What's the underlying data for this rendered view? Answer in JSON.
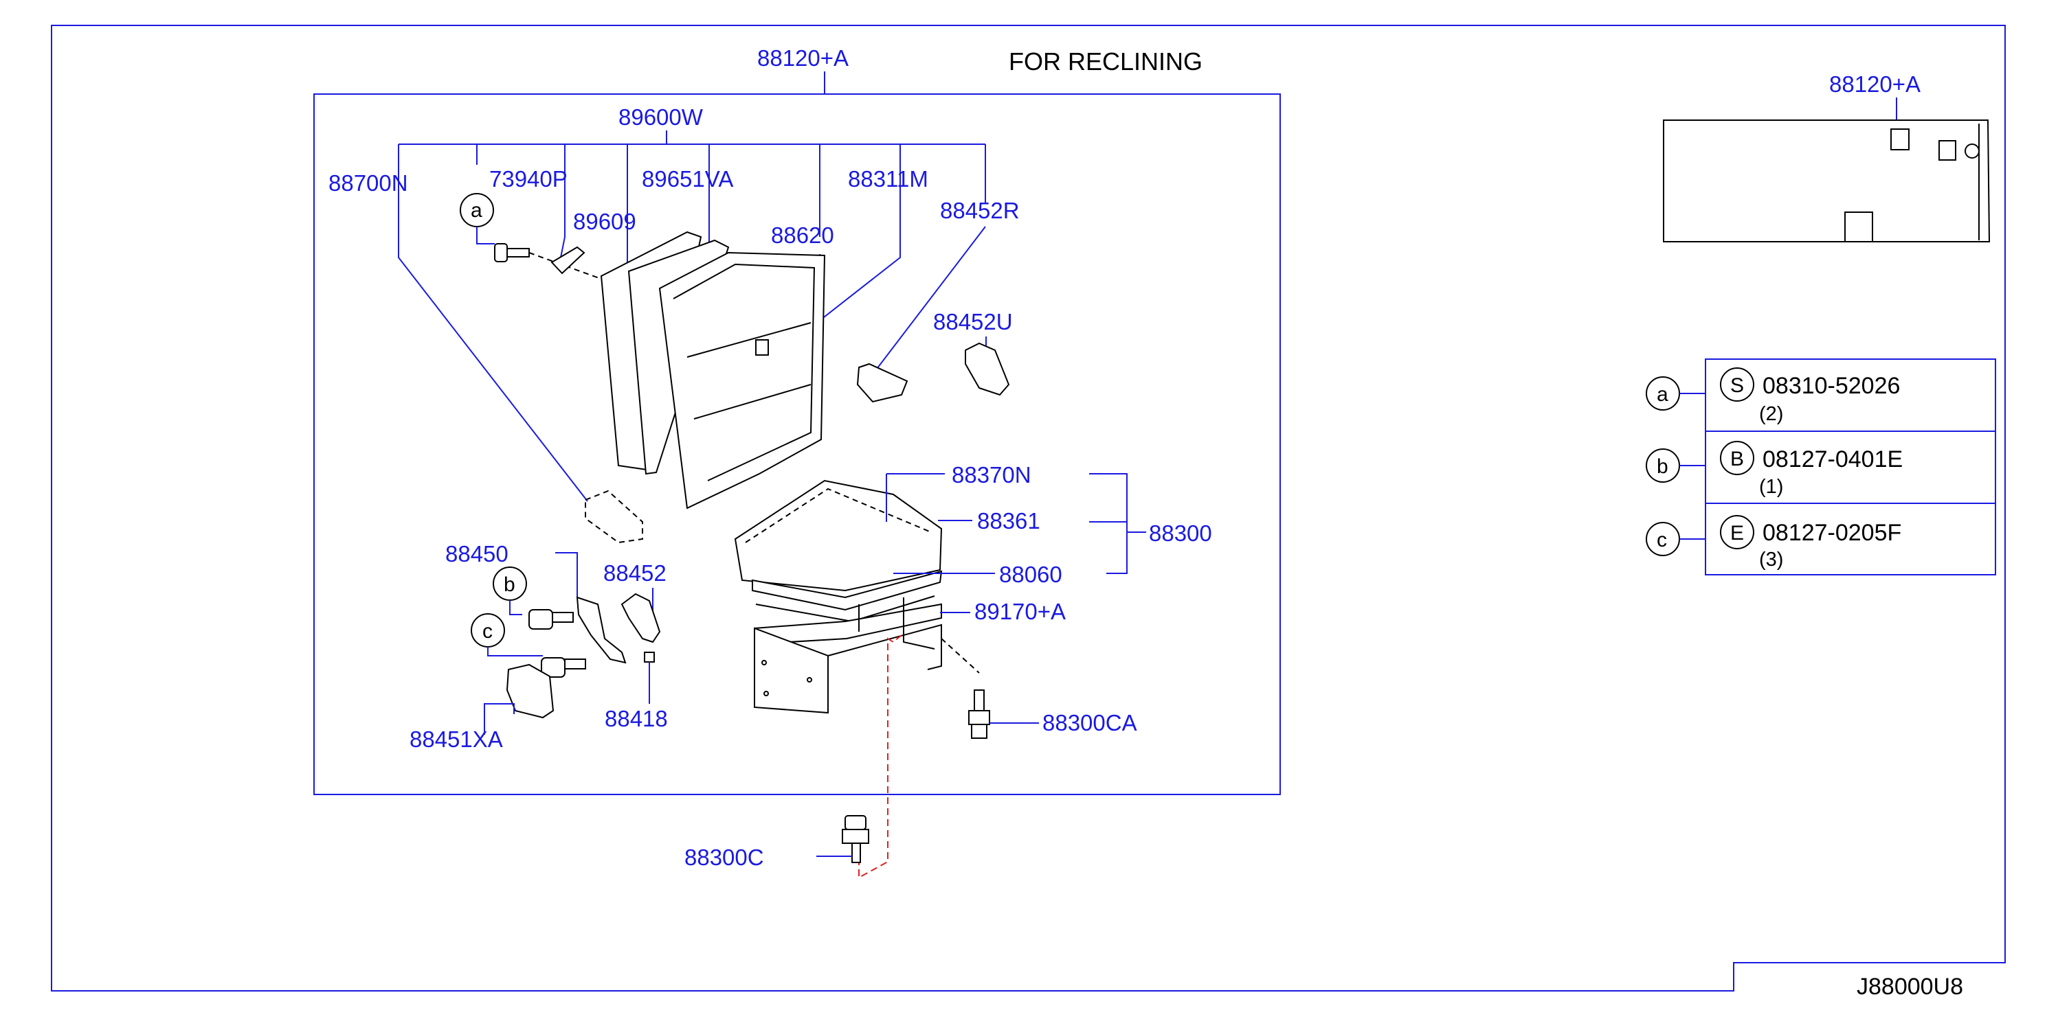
{
  "header": {
    "title": "FOR  RECLINING"
  },
  "diagram_id": "J88000U8",
  "callouts": {
    "assy_main": "88120+A",
    "assy_small": "88120+A",
    "back_assy": "89600W",
    "p88700N": "88700N",
    "p73940P": "73940P",
    "p89651VA": "89651VA",
    "p88311M": "88311M",
    "p88452R": "88452R",
    "p89609": "89609",
    "p88620": "88620",
    "p88452U": "88452U",
    "p88370N": "88370N",
    "p88361": "88361",
    "p88300": "88300",
    "p88060": "88060",
    "p88450": "88450",
    "p88452": "88452",
    "p89170A": "89170+A",
    "p88418": "88418",
    "p88451XA": "88451XA",
    "p88300CA": "88300CA",
    "p88300C": "88300C"
  },
  "markers": {
    "a": "a",
    "b": "b",
    "c": "c"
  },
  "fastener_table": [
    {
      "marker": "a",
      "symbol": "S",
      "part": "08310-52026",
      "qty": "(2)"
    },
    {
      "marker": "b",
      "symbol": "B",
      "part": "08127-0401E",
      "qty": "(1)"
    },
    {
      "marker": "c",
      "symbol": "E",
      "part": "08127-0205F",
      "qty": "(3)"
    }
  ]
}
